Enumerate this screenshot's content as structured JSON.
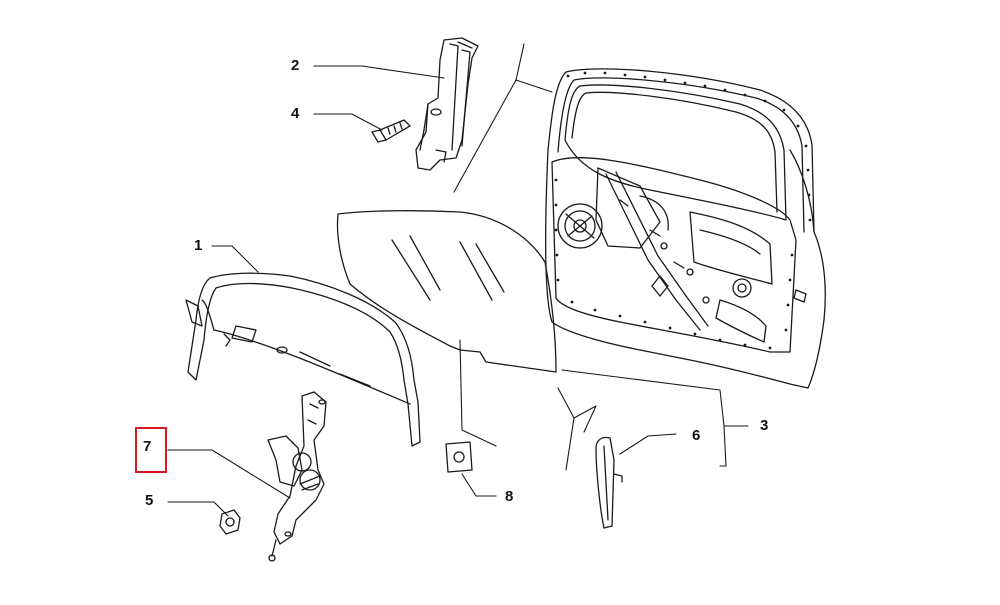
{
  "diagram": {
    "callouts": [
      {
        "id": "c1",
        "label": "1"
      },
      {
        "id": "c2",
        "label": "2"
      },
      {
        "id": "c3",
        "label": "3"
      },
      {
        "id": "c4",
        "label": "4"
      },
      {
        "id": "c5",
        "label": "5"
      },
      {
        "id": "c6",
        "label": "6"
      },
      {
        "id": "c7",
        "label": "7"
      },
      {
        "id": "c8",
        "label": "8"
      }
    ],
    "highlighted_callout": "7",
    "colors": {
      "line": "#1a1a1a",
      "highlight": "#d9191f",
      "background": "#ffffff"
    }
  }
}
